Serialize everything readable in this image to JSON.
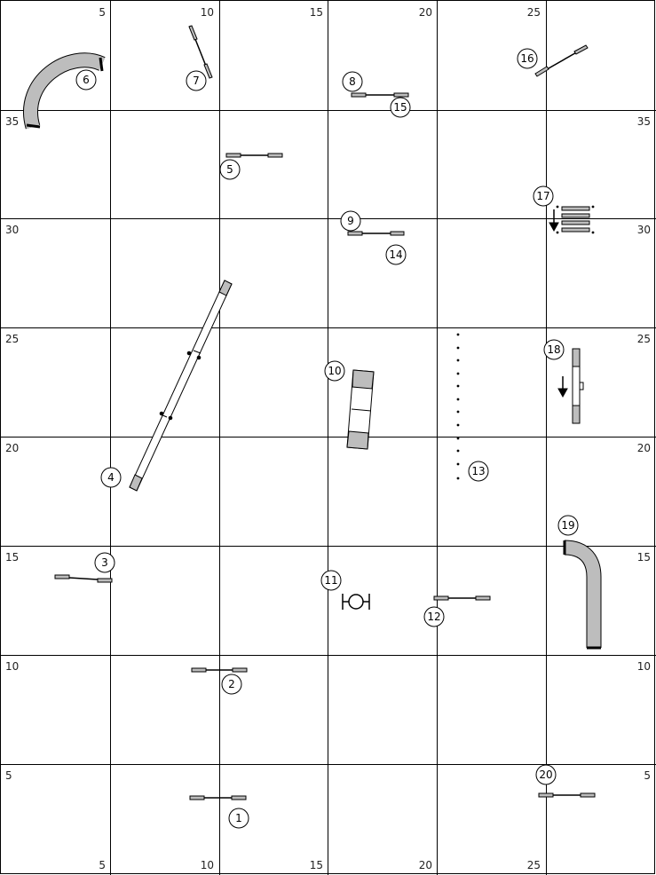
{
  "diagram": {
    "colors": {
      "background": "#ffffff",
      "grid": "#000000",
      "equipment": "#000000",
      "fill": "#bdbdbd"
    },
    "grid_labels": {
      "top": [
        "5",
        "10",
        "15",
        "20",
        "25"
      ],
      "bottom": [
        "5",
        "10",
        "15",
        "20",
        "25"
      ],
      "left": [
        "35",
        "30",
        "25",
        "20",
        "15",
        "10",
        "5"
      ],
      "right": [
        "35",
        "30",
        "25",
        "20",
        "15",
        "10",
        "5"
      ]
    },
    "obstacles": [
      {
        "number": "1",
        "type": "jump"
      },
      {
        "number": "2",
        "type": "jump"
      },
      {
        "number": "3",
        "type": "jump"
      },
      {
        "number": "4",
        "type": "dog-walk"
      },
      {
        "number": "5",
        "type": "jump"
      },
      {
        "number": "6",
        "type": "tunnel"
      },
      {
        "number": "7",
        "type": "jump"
      },
      {
        "number": "8",
        "type": "jump"
      },
      {
        "number": "9",
        "type": "jump"
      },
      {
        "number": "10",
        "type": "a-frame"
      },
      {
        "number": "11",
        "type": "tire"
      },
      {
        "number": "12",
        "type": "jump"
      },
      {
        "number": "13",
        "type": "weave-poles"
      },
      {
        "number": "14",
        "type": "jump"
      },
      {
        "number": "15",
        "type": "jump"
      },
      {
        "number": "16",
        "type": "jump"
      },
      {
        "number": "17",
        "type": "broad-jump"
      },
      {
        "number": "18",
        "type": "table-jump"
      },
      {
        "number": "19",
        "type": "tunnel"
      },
      {
        "number": "20",
        "type": "jump"
      }
    ]
  }
}
